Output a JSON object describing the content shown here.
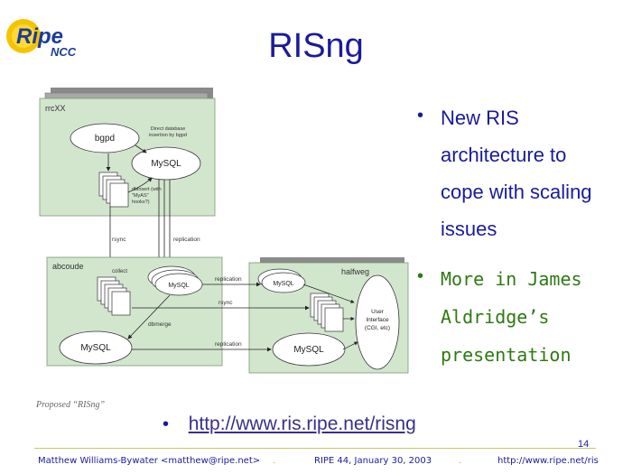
{
  "logo": {
    "word": "Ripe",
    "sub": "NCC"
  },
  "slide": {
    "title": "RISng",
    "page_number": "14"
  },
  "bullets": [
    {
      "text": "New RIS architecture to cope with scaling issues",
      "lines": [
        "New RIS",
        "architecture to",
        "cope with scaling",
        "issues"
      ]
    },
    {
      "text": "More in James Aldridge's presentation",
      "lines": [
        "More in James",
        "Aldridge’s",
        "presentation"
      ]
    }
  ],
  "link": {
    "text": "http://www.ris.ripe.net/risng"
  },
  "diagram": {
    "caption": "Proposed “RISng”",
    "rrc": {
      "label": "rrcXX",
      "bgpd": "bgpd",
      "mysql": "MySQL",
      "note_line1": "Direct database",
      "note_line2": "insertion by bgpd",
      "dbinsert_line1": "dbinsert (with",
      "dbinsert_line2": "\"MyAS\"",
      "dbinsert_line3": "hooks?)"
    },
    "rsync": "rsync",
    "replication": "replication",
    "abcoude": {
      "label": "abcoude",
      "collect": "collect",
      "mysql_small": "MySQL",
      "dbmerge": "dbmerge",
      "mysql": "MySQL"
    },
    "halfweg": {
      "label": "halfweg",
      "mysql_small": "MySQL",
      "mysql": "MySQL",
      "ui_line1": "User",
      "ui_line2": "Interface",
      "ui_line3": "(CGI, etc)"
    },
    "links": {
      "replication_top": "replication",
      "rsync_mid": "rsync",
      "replication_bottom": "replication"
    }
  },
  "footer": {
    "author": "Matthew Williams-Bywater <matthew@ripe.net>",
    "separator": ".",
    "event": "RIPE 44, January 30, 2003",
    "url": "http://www.ripe.net/ris"
  }
}
